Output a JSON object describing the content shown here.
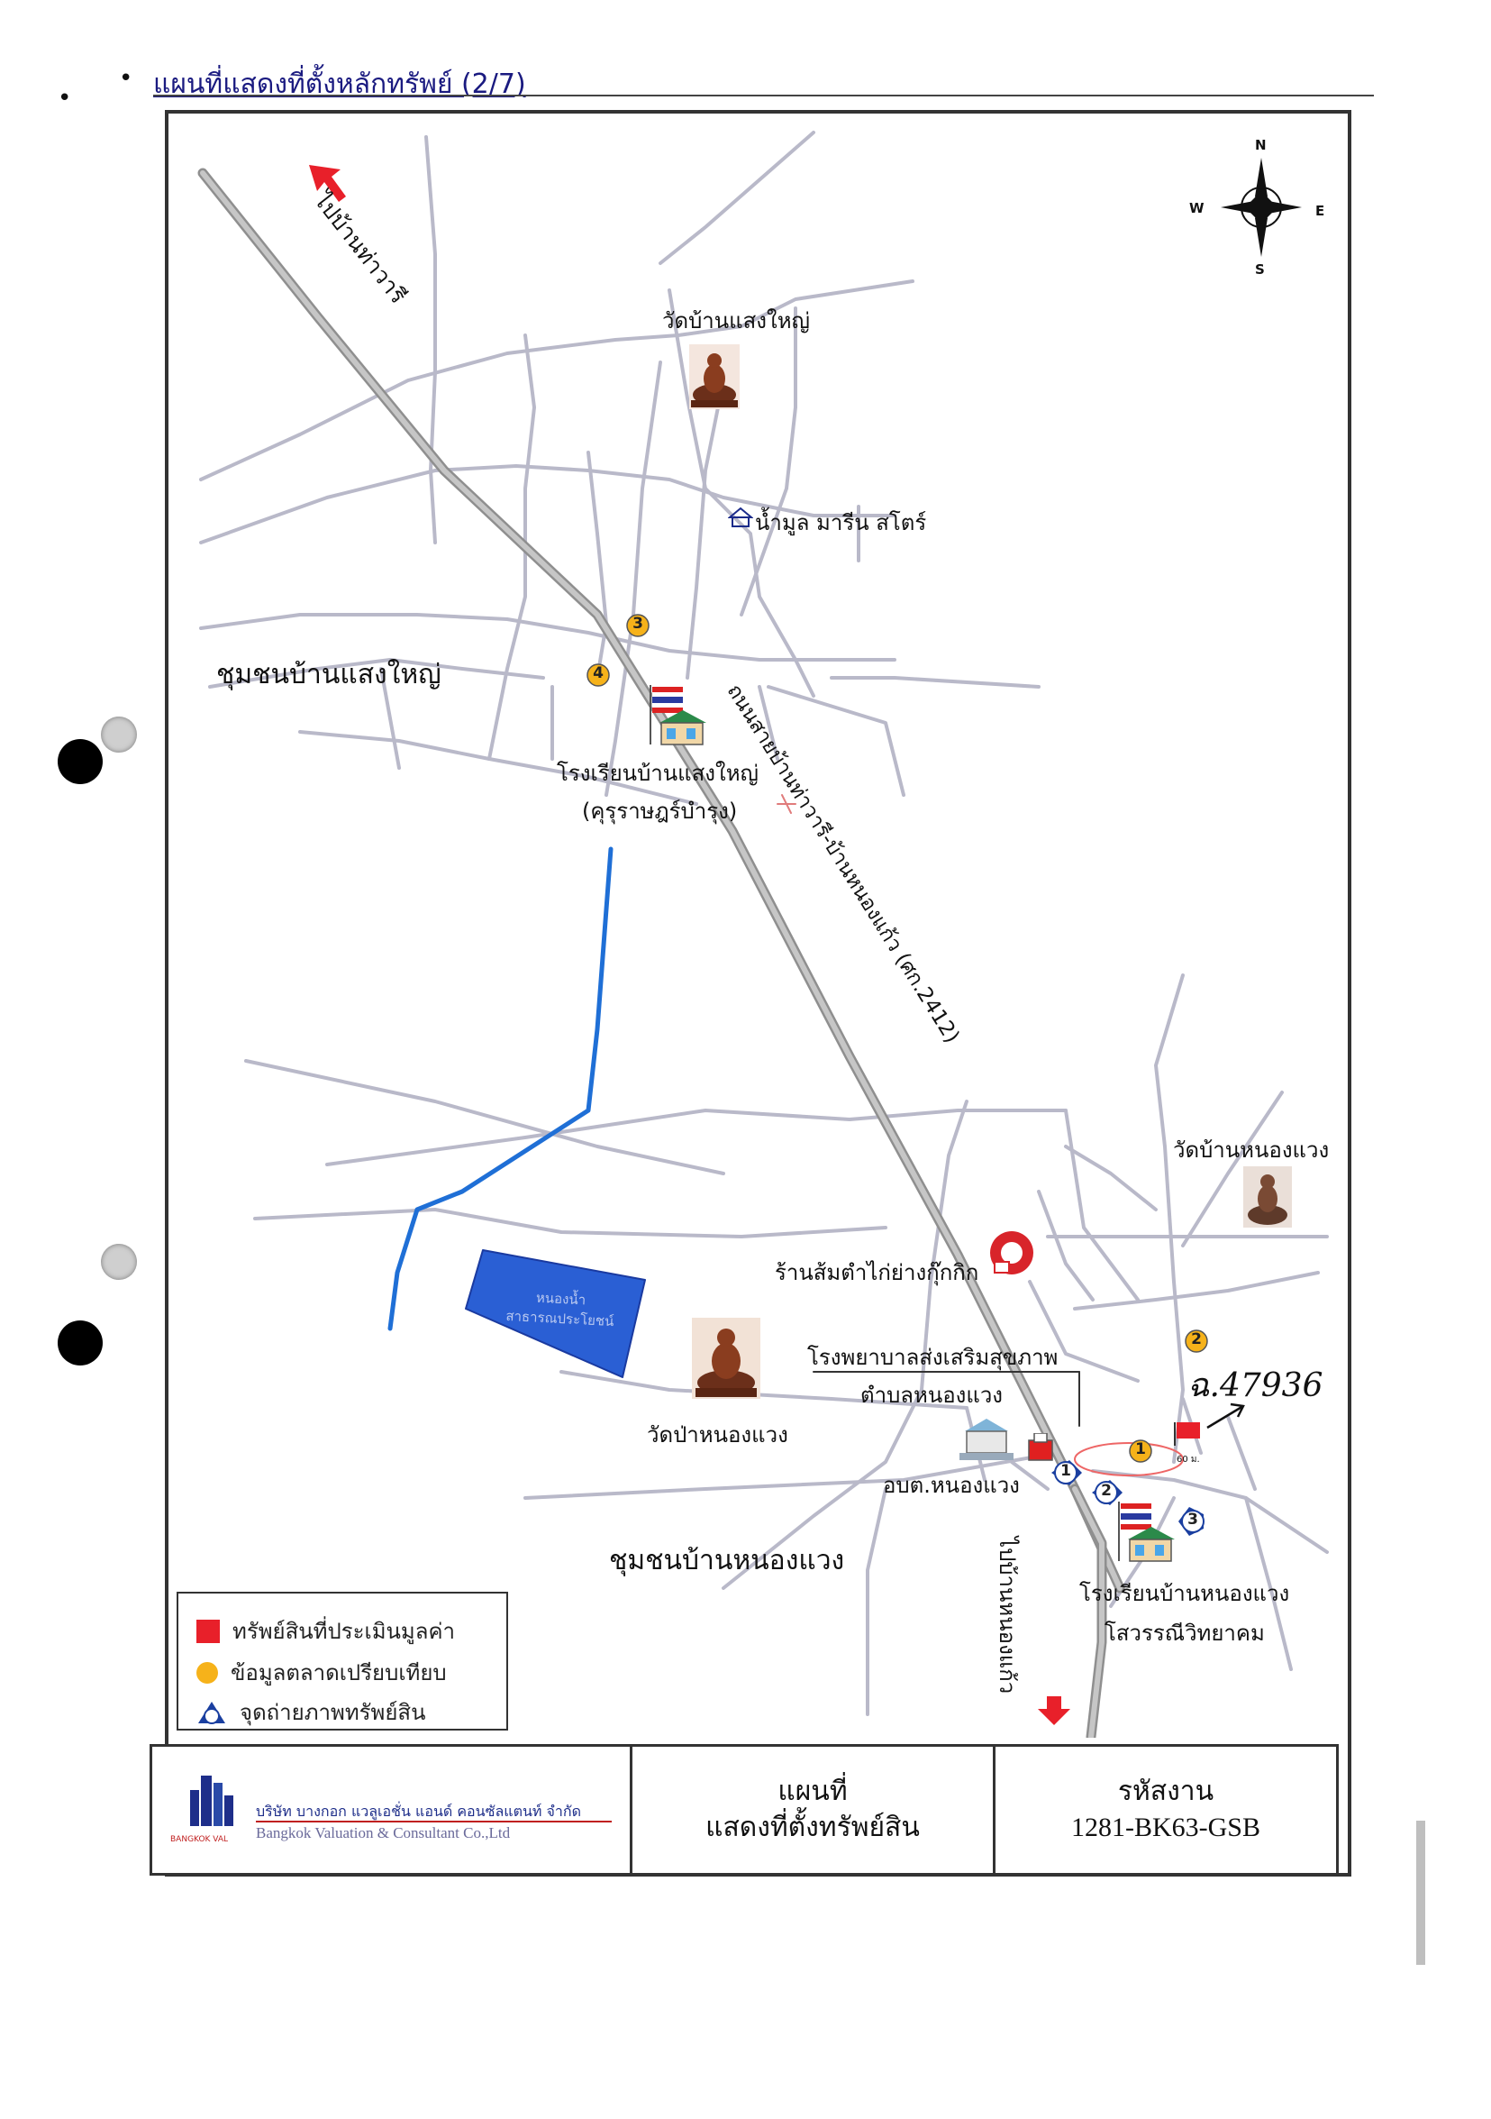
{
  "page": {
    "heading": "แผนที่แสดงที่ตั้งหลักทรัพย์ (2/7)",
    "bullet": "•"
  },
  "map": {
    "compass": {
      "n": "N",
      "s": "S",
      "e": "E",
      "w": "W"
    },
    "labels": {
      "to_tha_wari": "ไปบ้านท่าวารี",
      "wat_sang_yai": "วัดบ้านแสงใหญ่",
      "nammul_store": "น้ำมูล มารีน สโตร์",
      "community_sang_yai": "ชุมชนบ้านแสงใหญ่",
      "school_sang_yai_1": "โรงเรียนบ้านแสงใหญ่",
      "school_sang_yai_2": "(คุรุราษฎร์บำรุง)",
      "road_name": "ถนนสายบ้านท่าวารี-บ้านหนองแก้ว (ศก.2412)",
      "public_pond": "หนองน้ำสาธารณประโยชน์",
      "wat_nong_waeng": "วัดบ้านหนองแวง",
      "som_tam_shop": "ร้านส้มตำไก่ย่างกุ๊กกิก",
      "hospital_1": "โรงพยาบาลส่งเสริมสุขภาพ",
      "hospital_2": "ตำบลหนองแวง",
      "wat_pa_nong_waeng": "วัดป่าหนองแวง",
      "obt_nong_waeng": "อบต.หนองแวง",
      "community_nong_waeng": "ชุมชนบ้านหนองแวง",
      "school_nong_waeng_1": "โรงเรียนบ้านหนองแวง",
      "school_nong_waeng_2": "โสวรรณีวิทยาคม",
      "to_nong_kaeo": "ไปบ้านหนองแก้ว",
      "distance_label": "60 ม."
    },
    "market_points": [
      "1",
      "2",
      "3",
      "4"
    ],
    "photo_points": [
      "1",
      "2",
      "3"
    ],
    "handwritten_note": "ฉ.47936"
  },
  "legend": {
    "items": [
      {
        "label": "ทรัพย์สินที่ประเมินมูลค่า",
        "color": "#e8202a"
      },
      {
        "label": "ข้อมูลตลาดเปรียบเทียบ",
        "color": "#f6b21a"
      },
      {
        "label": "จุดถ่ายภาพทรัพย์สิน",
        "color": "#1a3fa0"
      }
    ]
  },
  "title_block": {
    "company_th": "บริษัท บางกอก แวลูเอชั่น แอนด์ คอนซัลแตนท์ จำกัด",
    "company_en": "Bangkok Valuation & Consultant Co.,Ltd",
    "logo_text": "BANGKOK VAL",
    "map_title_1": "แผนที่",
    "map_title_2": "แสดงที่ตั้งทรัพย์สิน",
    "code_label": "รหัสงาน",
    "code_value": "1281-BK63-GSB"
  },
  "colors": {
    "road": "#b9b9c9",
    "main_road": "#a3a3a3",
    "canal": "#1f6fd6",
    "pond": "#2a5fd4",
    "subject": "#e8202a",
    "market": "#f6b21a",
    "photo": "#1a3fa0"
  }
}
